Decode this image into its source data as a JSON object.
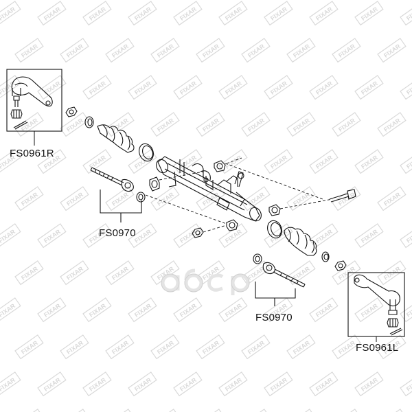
{
  "diagram": {
    "parts": {
      "tie_rod_end_right": "FS0961R",
      "inner_tie_rod_left": "FS0970",
      "inner_tie_rod_right": "FS0970",
      "tie_rod_end_left": "FS0961L"
    },
    "watermark_text": "FIXAR",
    "brand_logo_text": "aбcp"
  },
  "colors": {
    "line": "#111111",
    "watermark": "#d9d9d9",
    "logo": "#e6e6e6",
    "background": "#ffffff"
  }
}
